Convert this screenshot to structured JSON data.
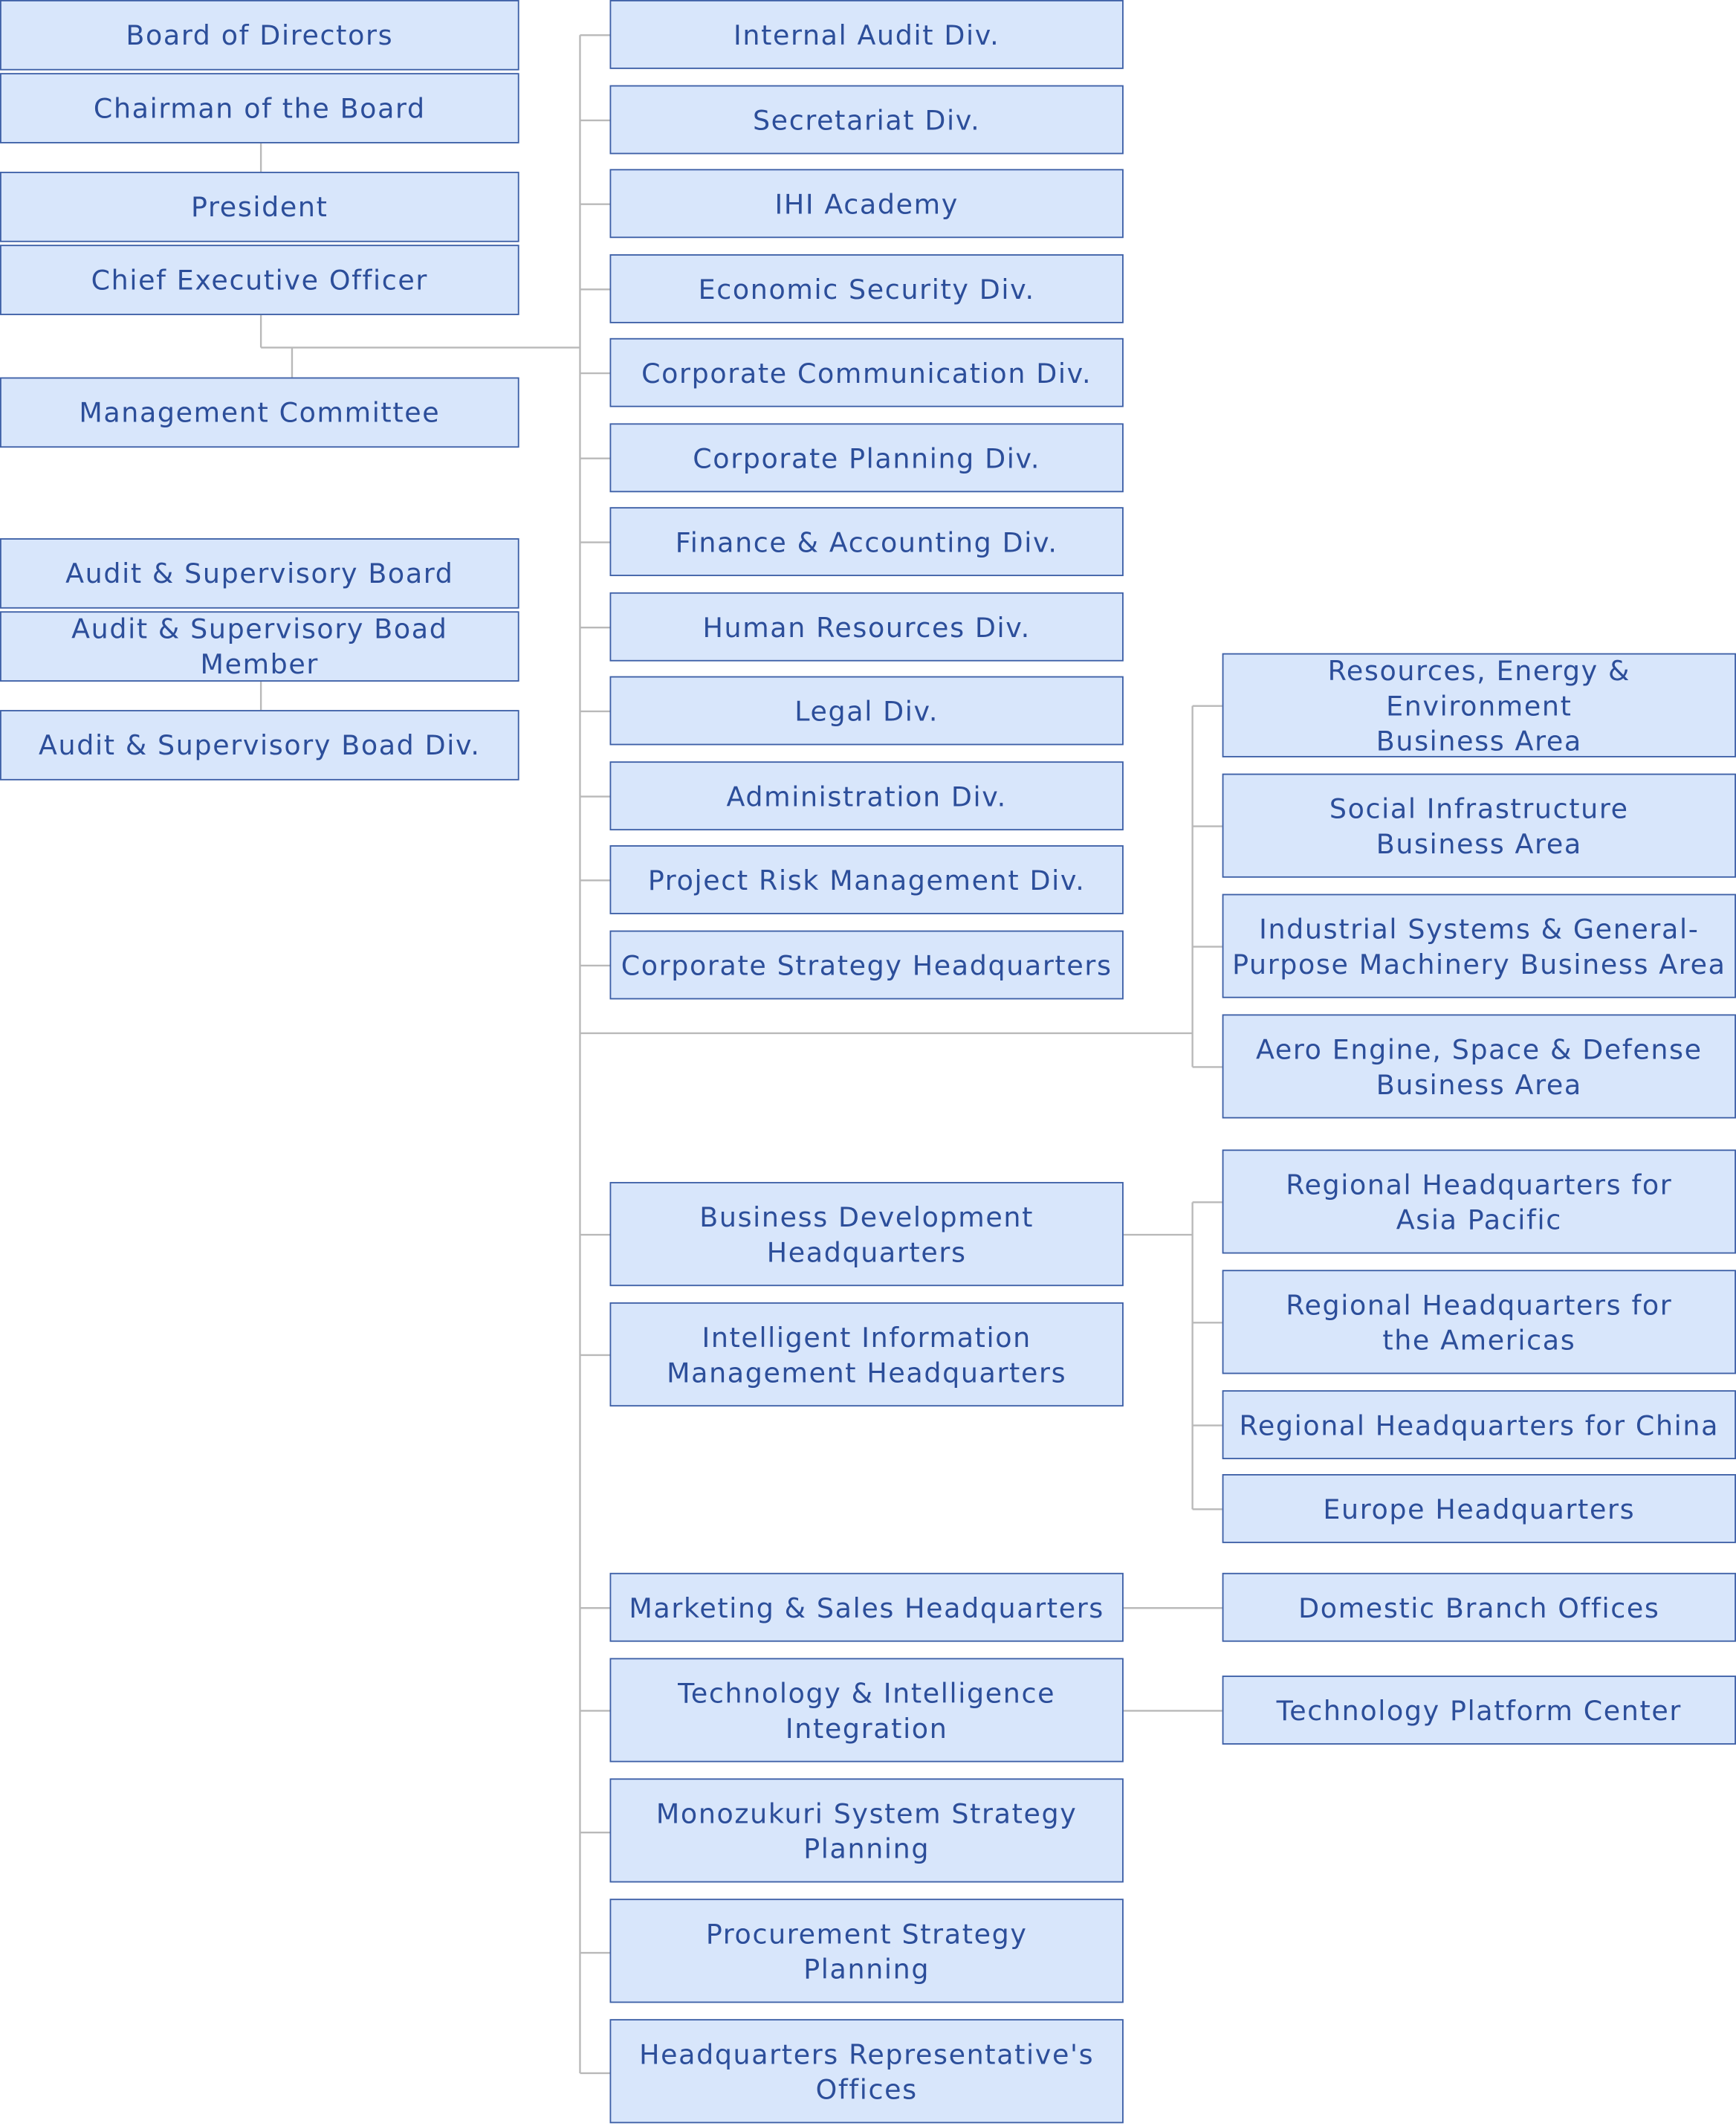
{
  "colors": {
    "box_fill": "#d8e6fb",
    "box_border": "#3d5fa6",
    "text": "#2c4e9a",
    "connector": "#b9b9b9"
  },
  "left_column": {
    "board_of_directors": "Board of Directors",
    "chairman": "Chairman of the Board",
    "president": "President",
    "ceo": "Chief Executive Officer",
    "management_committee": "Management Committee",
    "audit_board": "Audit & Supervisory Board",
    "audit_board_member": "Audit & Supervisory Boad Member",
    "audit_board_div": "Audit & Supervisory Boad Div."
  },
  "middle_column": [
    "Internal Audit Div.",
    "Secretariat Div.",
    "IHI Academy",
    "Economic Security Div.",
    "Corporate Communication Div.",
    "Corporate Planning Div.",
    "Finance & Accounting Div.",
    "Human Resources Div.",
    "Legal Div.",
    "Administration Div.",
    "Project Risk Management Div.",
    "Corporate Strategy Headquarters",
    "Business Development\nHeadquarters",
    "Intelligent Information\nManagement Headquarters",
    "Marketing & Sales Headquarters",
    "Technology & Intelligence\nIntegration",
    "Monozukuri System Strategy\nPlanning",
    "Procurement Strategy\nPlanning",
    "Headquarters Representative's\nOffices"
  ],
  "right_column": {
    "business_areas": [
      "Resources, Energy & Environment\nBusiness Area",
      "Social Infrastructure\nBusiness Area",
      "Industrial Systems & General-\nPurpose Machinery Business Area",
      "Aero Engine, Space & Defense\nBusiness Area"
    ],
    "regional_headquarters": [
      "Regional Headquarters for\nAsia Pacific",
      "Regional Headquarters for\nthe Americas",
      "Regional Headquarters for China",
      "Europe Headquarters"
    ],
    "domestic_branch_offices": "Domestic Branch Offices",
    "technology_platform_center": "Technology Platform Center"
  }
}
